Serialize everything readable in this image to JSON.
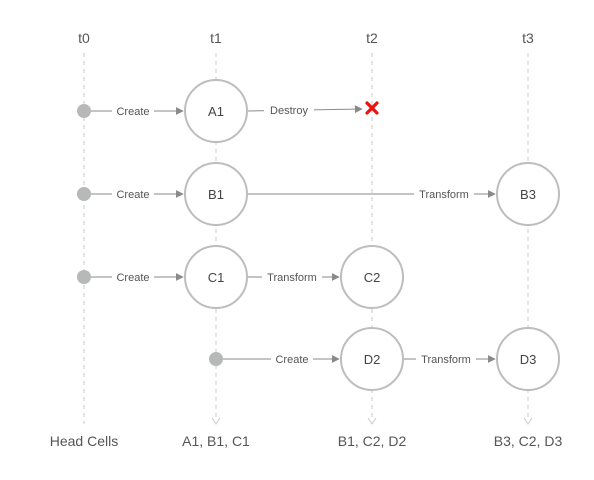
{
  "time_labels": [
    "t0",
    "t1",
    "t2",
    "t3"
  ],
  "bottom_labels": [
    "Head Cells",
    "A1, B1, C1",
    "B1, C2, D2",
    "B3, C2, D3"
  ],
  "cells": [
    "A1",
    "B1",
    "C1",
    "C2",
    "D2",
    "B3",
    "D3"
  ],
  "edges": {
    "a_create": "Create",
    "a_destroy": "Destroy",
    "b_create": "Create",
    "b_transform": "Transform",
    "c_create": "Create",
    "c_transform": "Transform",
    "d_create": "Create",
    "d_transform": "Transform"
  },
  "colors": {
    "timeline": "#c9c9c9",
    "arrow": "#8a8a8a",
    "cell_border": "#bdbdbd",
    "head_dot": "#b7b8b8",
    "destroy_mark": "#ee1111"
  },
  "icons": {
    "destroy": "red-x-icon"
  }
}
